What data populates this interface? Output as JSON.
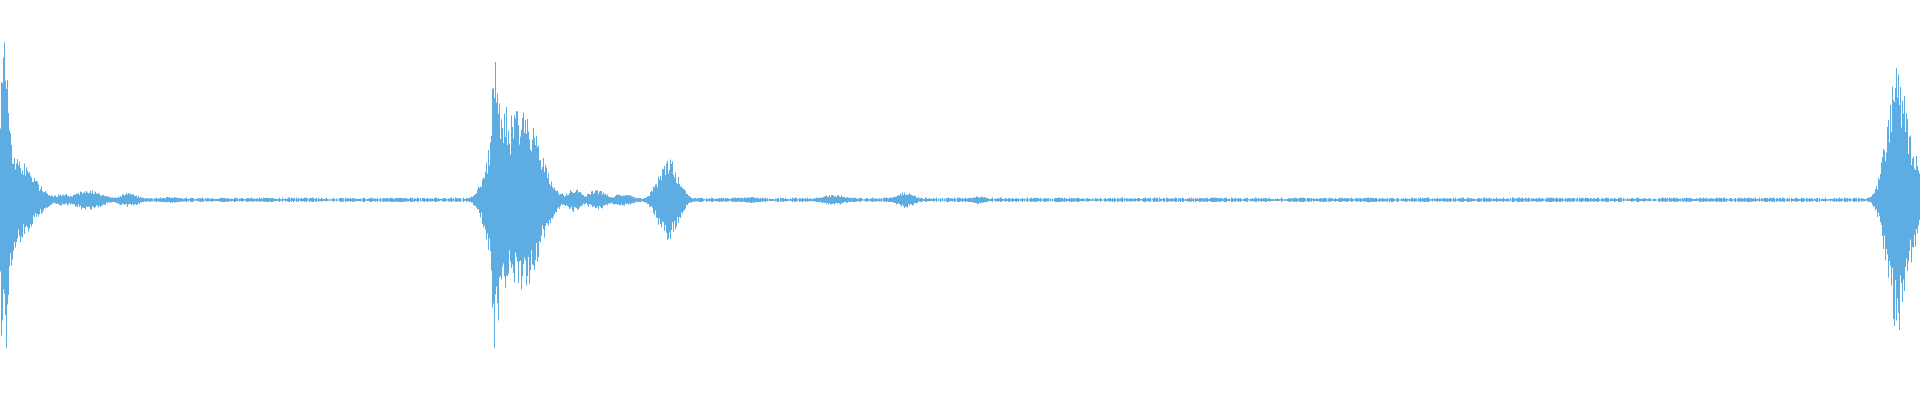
{
  "waveform": {
    "color": "#5dade2",
    "background": "#ffffff",
    "baseline_amplitude": 0.004,
    "noise_amplitude": 0.012,
    "duration_units": 1920,
    "amplitude_range": [
      -1,
      1
    ],
    "events": [
      {
        "center": 4,
        "width": 6,
        "amplitude": 1.0
      },
      {
        "center": 9,
        "width": 20,
        "amplitude": 0.32
      },
      {
        "center": 30,
        "width": 8,
        "amplitude": 0.05
      },
      {
        "center": 62,
        "width": 10,
        "amplitude": 0.04
      },
      {
        "center": 88,
        "width": 14,
        "amplitude": 0.065
      },
      {
        "center": 128,
        "width": 10,
        "amplitude": 0.045
      },
      {
        "center": 170,
        "width": 10,
        "amplitude": 0.02
      },
      {
        "center": 223,
        "width": 8,
        "amplitude": 0.012
      },
      {
        "center": 400,
        "width": 10,
        "amplitude": 0.014
      },
      {
        "center": 495,
        "width": 4,
        "amplitude": 1.0
      },
      {
        "center": 502,
        "width": 12,
        "amplitude": 0.62
      },
      {
        "center": 520,
        "width": 18,
        "amplitude": 0.6
      },
      {
        "center": 540,
        "width": 10,
        "amplitude": 0.2
      },
      {
        "center": 555,
        "width": 8,
        "amplitude": 0.06
      },
      {
        "center": 574,
        "width": 8,
        "amplitude": 0.075
      },
      {
        "center": 597,
        "width": 10,
        "amplitude": 0.065
      },
      {
        "center": 622,
        "width": 10,
        "amplitude": 0.04
      },
      {
        "center": 668,
        "width": 10,
        "amplitude": 0.26
      },
      {
        "center": 750,
        "width": 10,
        "amplitude": 0.02
      },
      {
        "center": 834,
        "width": 12,
        "amplitude": 0.035
      },
      {
        "center": 904,
        "width": 10,
        "amplitude": 0.05
      },
      {
        "center": 978,
        "width": 8,
        "amplitude": 0.025
      },
      {
        "center": 1215,
        "width": 8,
        "amplitude": 0.014
      },
      {
        "center": 1369,
        "width": 8,
        "amplitude": 0.015
      },
      {
        "center": 1886,
        "width": 6,
        "amplitude": 0.28
      },
      {
        "center": 1897,
        "width": 10,
        "amplitude": 0.85
      },
      {
        "center": 1903,
        "width": 12,
        "amplitude": 0.5
      },
      {
        "center": 1912,
        "width": 10,
        "amplitude": 0.08
      }
    ]
  }
}
